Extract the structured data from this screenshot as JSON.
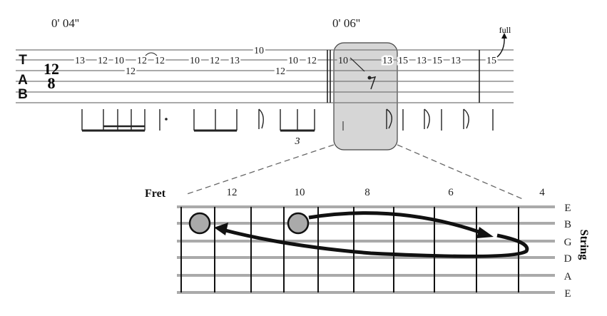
{
  "timestamps": [
    "0' 04''",
    "0' 06''"
  ],
  "tab_clef": [
    "T",
    "A",
    "B"
  ],
  "time_signature": {
    "top": "12",
    "bottom": "8"
  },
  "measure1": {
    "string2": [
      "13",
      "12",
      "10",
      "12",
      "12",
      "10",
      "12",
      "13",
      "10",
      "12"
    ],
    "string1": [
      "10"
    ],
    "string3": [
      "12",
      "12"
    ]
  },
  "measure2": {
    "string2": [
      "10",
      "13",
      "15",
      "13",
      "15",
      "13"
    ]
  },
  "measure3": {
    "string2": [
      "15"
    ],
    "bend": "full"
  },
  "triplet": "3",
  "fretboard": {
    "fret_label": "Fret",
    "fret_numbers": [
      "12",
      "10",
      "8",
      "6",
      "4"
    ],
    "strings": [
      "E",
      "B",
      "G",
      "D",
      "A",
      "E"
    ],
    "string_label": "String"
  }
}
